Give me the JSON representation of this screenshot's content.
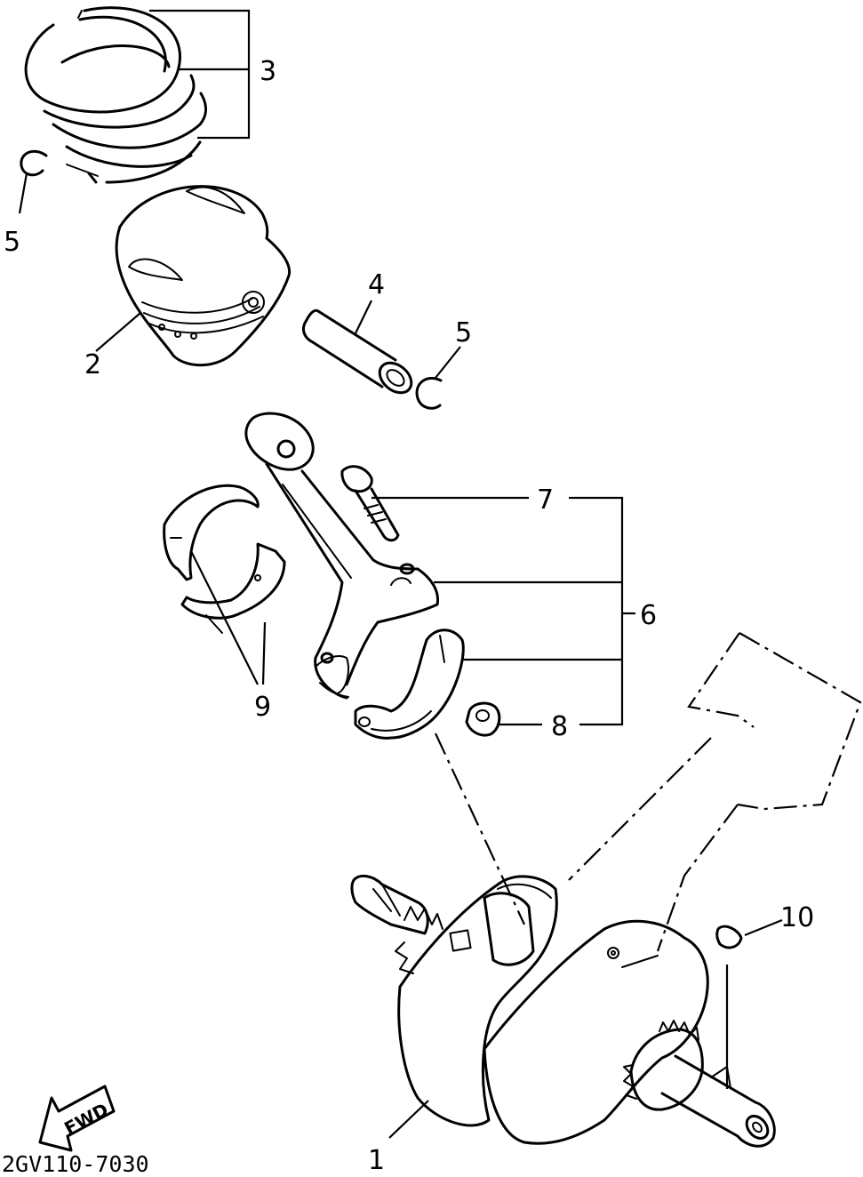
{
  "callouts": {
    "c1": "1",
    "c2": "2",
    "c3": "3",
    "c4": "4",
    "c5a": "5",
    "c5b": "5",
    "c6": "6",
    "c7": "7",
    "c8": "8",
    "c9": "9",
    "c10": "10"
  },
  "fwd_label": "FWD",
  "diagram_code": "2GV110-7030",
  "colors": {
    "line": "#000000",
    "background": "#ffffff"
  },
  "icons": {
    "fwd": "fwd-arrow-icon"
  }
}
